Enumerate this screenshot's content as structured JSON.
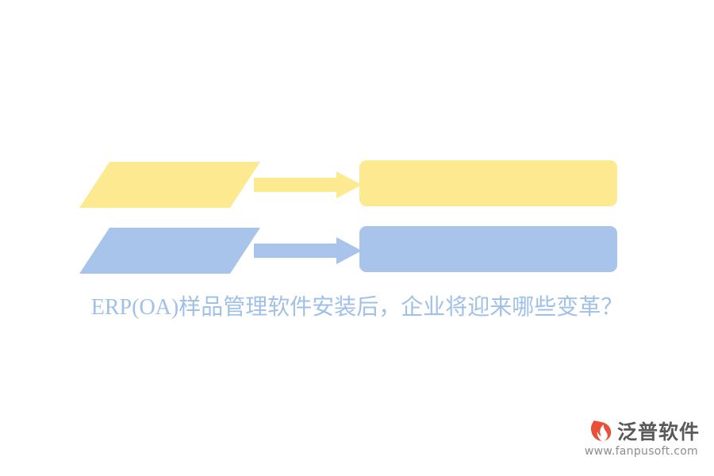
{
  "diagram": {
    "type": "flow",
    "rows": [
      {
        "id": "row-yellow",
        "color": "#fde98f",
        "source_label": "",
        "arrow_label": "",
        "target_label": ""
      },
      {
        "id": "row-blue",
        "color": "#a8c4ea",
        "source_label": "",
        "arrow_label": "",
        "target_label": ""
      }
    ]
  },
  "caption": {
    "text": "ERP(OA)样品管理软件安装后，企业将迎来哪些变革？",
    "color": "#9fc0e8"
  },
  "watermark": {
    "brand": "泛普软件",
    "url": "www.fanpusoft.com",
    "mark_icon": "flame-logo-icon"
  }
}
